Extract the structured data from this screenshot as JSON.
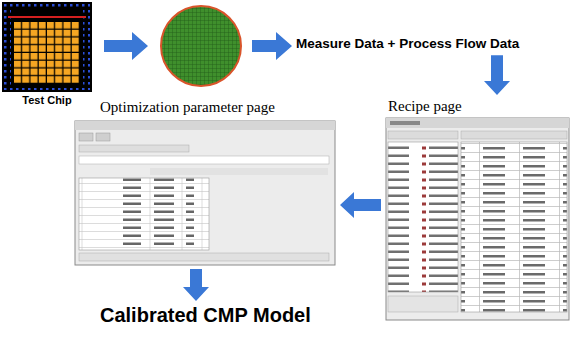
{
  "diagram": {
    "nodes": [
      {
        "text": [
          "Test Chip"
        ]
      },
      {
        "text": [
          "Measure Data + Process Flow Data"
        ]
      },
      {
        "text": [
          "Recipe page"
        ]
      },
      {
        "text": [
          "Optimization parameter page"
        ]
      },
      {
        "text": [
          "Calibrated CMP Model"
        ]
      }
    ],
    "edges": [
      {
        "from": 1,
        "to": 2,
        "arrow": "to"
      },
      {
        "from": 2,
        "to": 3,
        "arrow": "to"
      },
      {
        "from": 3,
        "to": 4,
        "arrow": "to"
      }
    ]
  }
}
